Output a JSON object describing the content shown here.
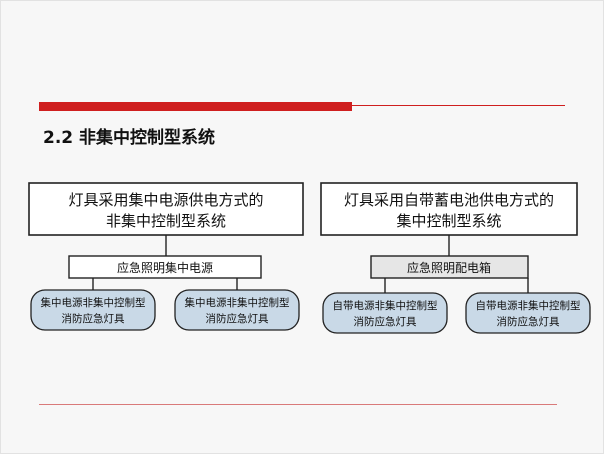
{
  "slide_title": "2.2  非集中控制型系统",
  "left_system": {
    "heading_line1": "灯具采用集中电源供电方式的",
    "heading_line2": "非集中控制型系统",
    "power_box": "应急照明集中电源",
    "fixtures": [
      {
        "line1": "集中电源非集中控制型",
        "line2": "消防应急灯具"
      },
      {
        "line1": "集中电源非集中控制型",
        "line2": "消防应急灯具"
      }
    ]
  },
  "right_system": {
    "heading_line1": "灯具采用自带蓄电池供电方式的",
    "heading_line2": "集中控制型系统",
    "power_box": "应急照明配电箱",
    "fixtures": [
      {
        "line1": "自带电源非集中控制型",
        "line2": "消防应急灯具"
      },
      {
        "line1": "自带电源非集中控制型",
        "line2": "消防应急灯具"
      }
    ]
  },
  "colors": {
    "accent_red": "#cf1f1f",
    "fixture_fill": "#c9d9e7",
    "right_power_fill": "#e6e6e6"
  }
}
